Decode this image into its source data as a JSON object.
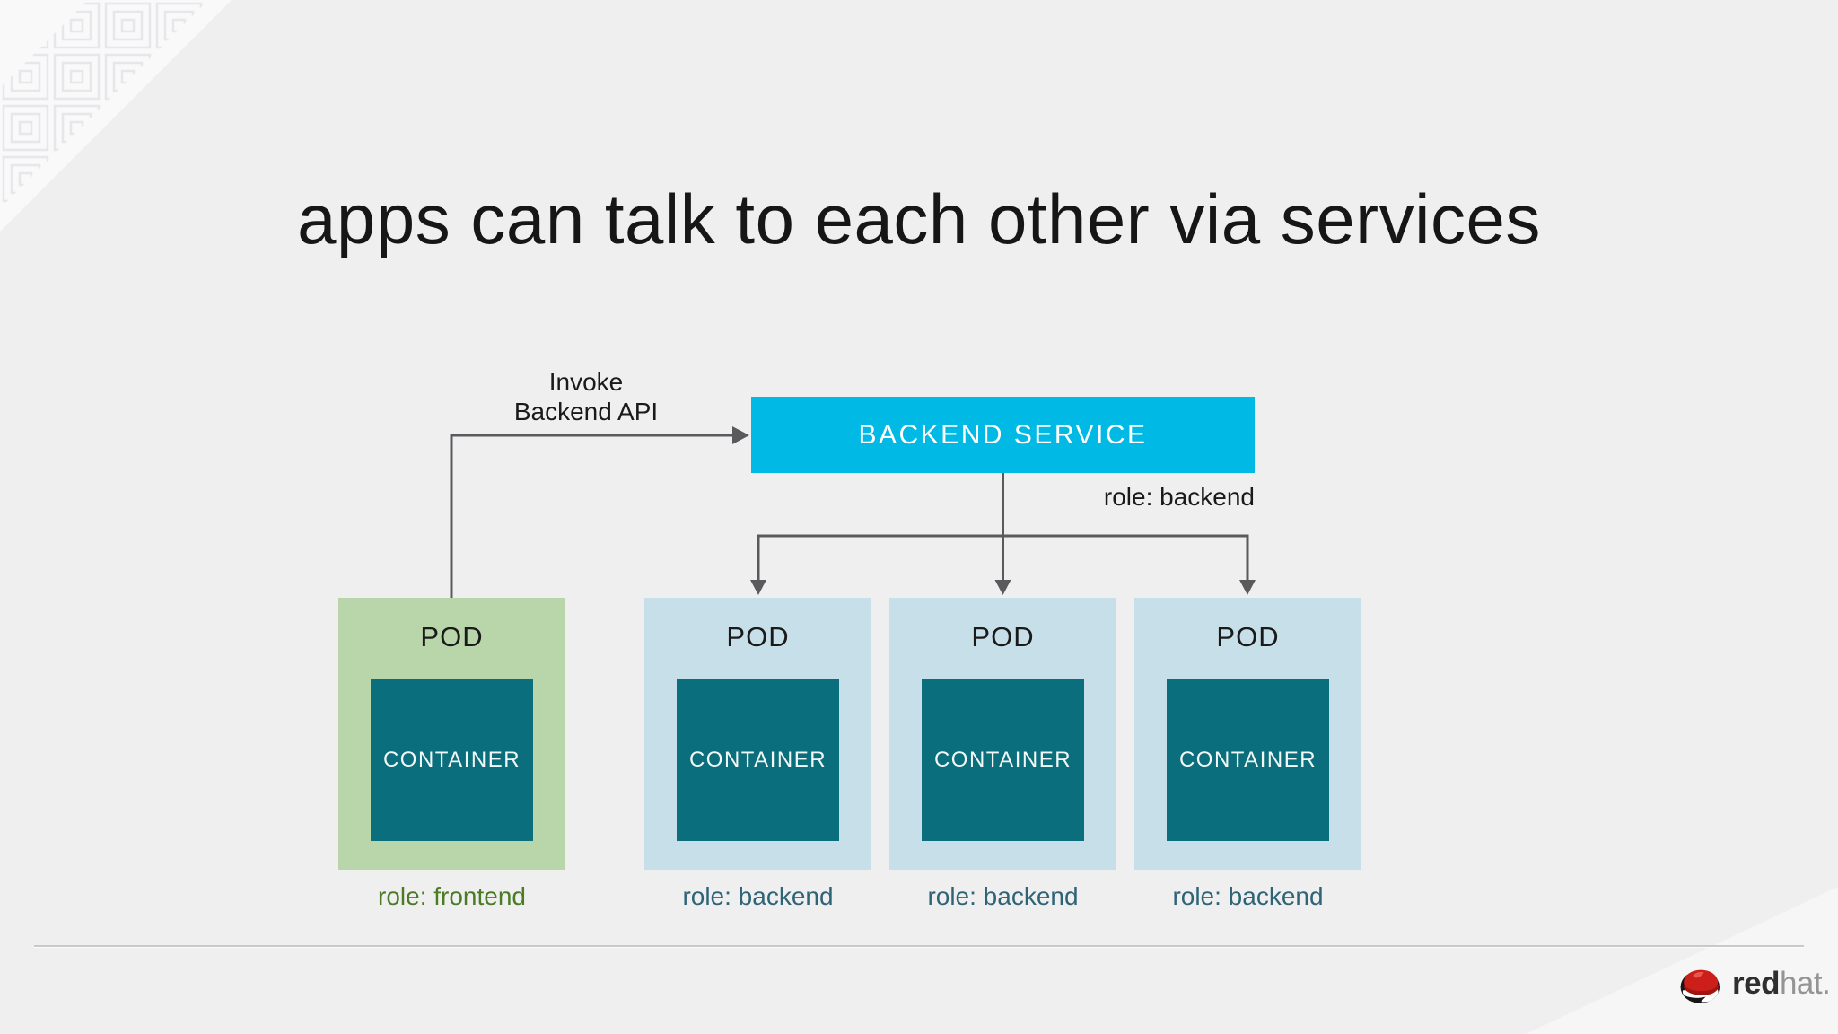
{
  "slide": {
    "title": "apps can talk to each other via services"
  },
  "diagram": {
    "invoke_label": {
      "line1": "Invoke",
      "line2": "Backend API"
    },
    "service": {
      "label": "BACKEND SERVICE",
      "role": "role: backend"
    },
    "pods": [
      {
        "label": "POD",
        "container": "CONTAINER",
        "role": "role: frontend",
        "type": "frontend"
      },
      {
        "label": "POD",
        "container": "CONTAINER",
        "role": "role: backend",
        "type": "backend"
      },
      {
        "label": "POD",
        "container": "CONTAINER",
        "role": "role: backend",
        "type": "backend"
      },
      {
        "label": "POD",
        "container": "CONTAINER",
        "role": "role: backend",
        "type": "backend"
      }
    ]
  },
  "footer": {
    "brand_red": "red",
    "brand_hat": "hat."
  },
  "colors": {
    "service_fill": "#00b9e4",
    "pod_frontend_fill": "#b8d6aa",
    "pod_backend_fill": "#c7dfe8",
    "container_fill": "#0a6e7c",
    "role_frontend_text": "#4b7b24",
    "role_backend_text": "#2f6477",
    "connector": "#5a5a5d",
    "title_text": "#161616"
  }
}
